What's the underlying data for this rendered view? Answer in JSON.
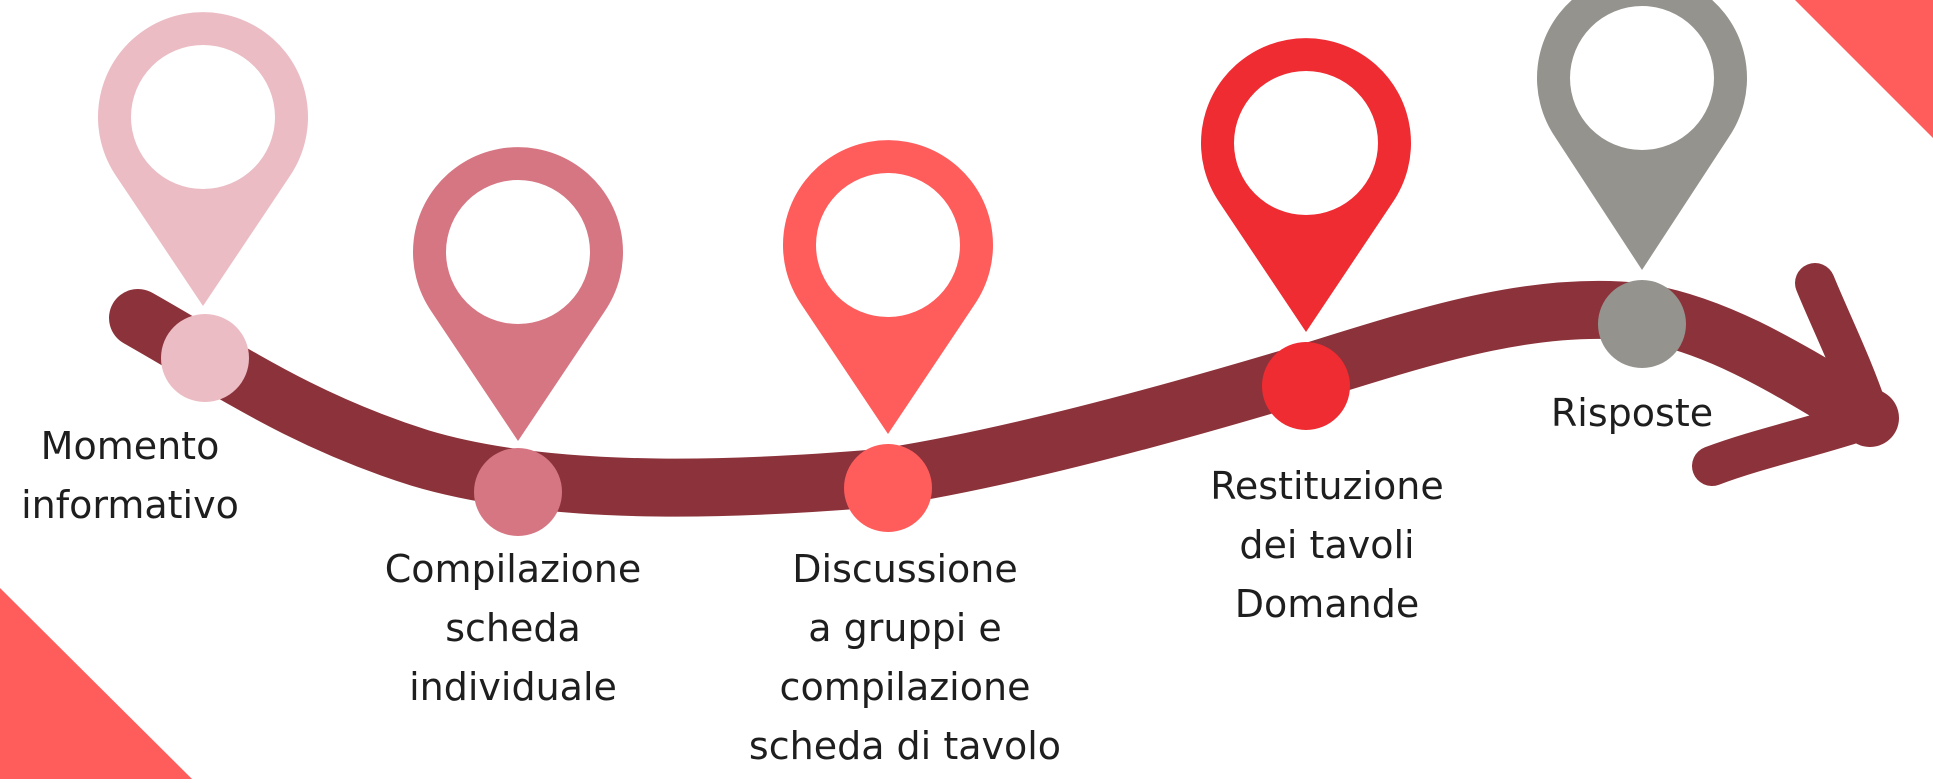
{
  "colors": {
    "background": "#ffffff",
    "road": "#8c323a",
    "corner_accent": "#ff5c5c",
    "text": "#1e1e1e"
  },
  "steps": [
    {
      "lines": [
        "Momento",
        "informativo"
      ],
      "color": "#ebbcc4",
      "icon": "map-pin-icon"
    },
    {
      "lines": [
        "Compilazione",
        "scheda",
        "individuale"
      ],
      "color": "#d67683",
      "icon": "map-pin-icon"
    },
    {
      "lines": [
        "Discussione",
        "a gruppi e",
        "compilazione",
        "scheda di tavolo"
      ],
      "color": "#ff5c5c",
      "icon": "map-pin-icon"
    },
    {
      "lines": [
        "Restituzione",
        "dei tavoli",
        "Domande"
      ],
      "color": "#ee2c32",
      "icon": "map-pin-icon"
    },
    {
      "lines": [
        "Risposte"
      ],
      "color": "#94938e",
      "icon": "map-pin-icon"
    }
  ]
}
